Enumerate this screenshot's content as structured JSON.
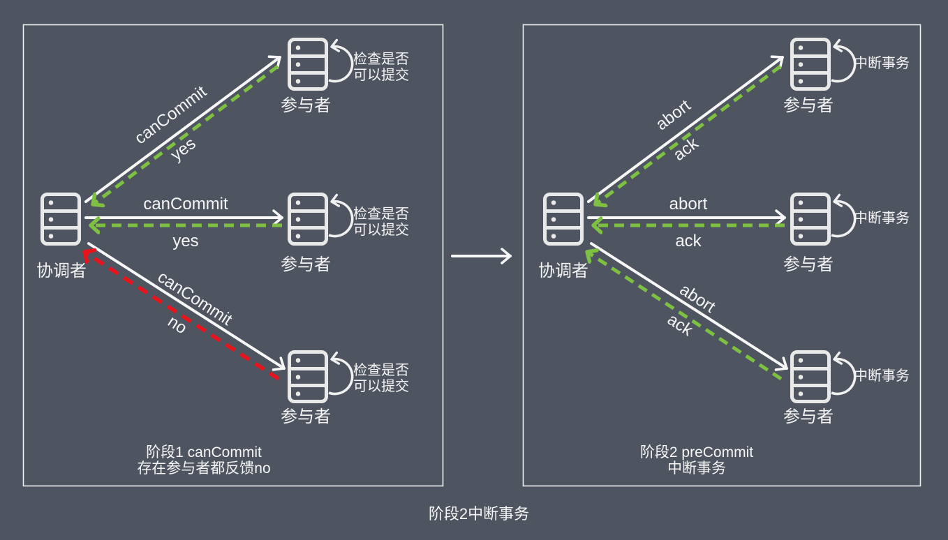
{
  "colors": {
    "background": "#4e5460",
    "panel_border": "#f0f0f0",
    "server_icon": "#e9e9e9",
    "text": "#f5f5f5",
    "request_arrow_white": "#f7f7f7",
    "yes_ack_response_green": "#7ec142",
    "no_response_red": "#e8131b"
  },
  "footer": {
    "caption": "阶段2中断事务"
  },
  "phase1": {
    "caption_line1": "阶段1 canCommit",
    "caption_line2": "存在参与者都反馈no",
    "coordinator_label": "协调者",
    "participant_label": "参与者",
    "action_line1": "检查是否",
    "action_line2": "可以提交",
    "rows": [
      {
        "request": "canCommit",
        "response": "yes"
      },
      {
        "request": "canCommit",
        "response": "yes"
      },
      {
        "request": "canCommit",
        "response": "no"
      }
    ]
  },
  "phase2": {
    "caption_line1": "阶段2 preCommit",
    "caption_line2": "中断事务",
    "coordinator_label": "协调者",
    "participant_label": "参与者",
    "action_label": "中断事务",
    "rows": [
      {
        "request": "abort",
        "response": "ack"
      },
      {
        "request": "abort",
        "response": "ack"
      },
      {
        "request": "abort",
        "response": "ack"
      }
    ]
  }
}
